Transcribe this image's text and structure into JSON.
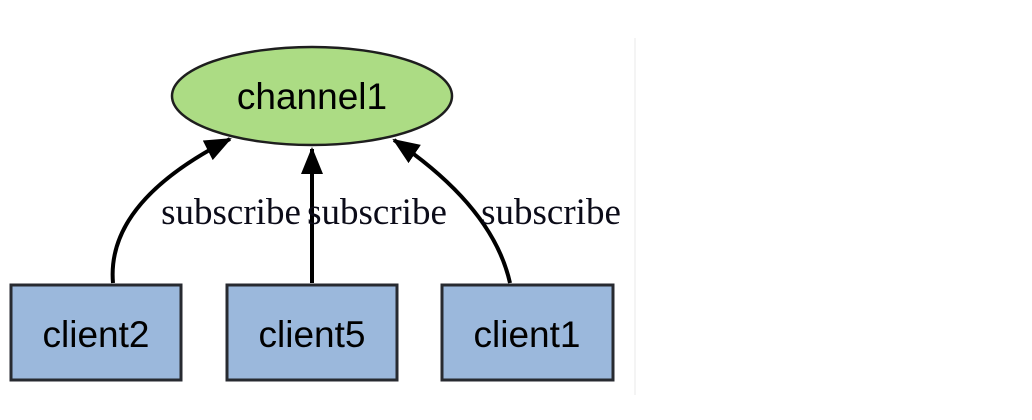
{
  "diagram": {
    "type": "pubsub-subscription-diagram",
    "colors": {
      "channel_fill": "#ACDC84",
      "channel_stroke": "#1E1E1E",
      "client_fill": "#9BB8DC",
      "client_stroke": "#272A30",
      "edge_color": "#000000",
      "edge_label_color": "#0B0B18"
    },
    "channel": {
      "label": "channel1",
      "shape": "ellipse"
    },
    "clients": [
      {
        "label": "client2",
        "shape": "rectangle"
      },
      {
        "label": "client5",
        "shape": "rectangle"
      },
      {
        "label": "client1",
        "shape": "rectangle"
      }
    ],
    "edges": [
      {
        "from": "client2",
        "to": "channel1",
        "label": "subscribe"
      },
      {
        "from": "client5",
        "to": "channel1",
        "label": "subscribe"
      },
      {
        "from": "client1",
        "to": "channel1",
        "label": "subscribe"
      }
    ]
  }
}
